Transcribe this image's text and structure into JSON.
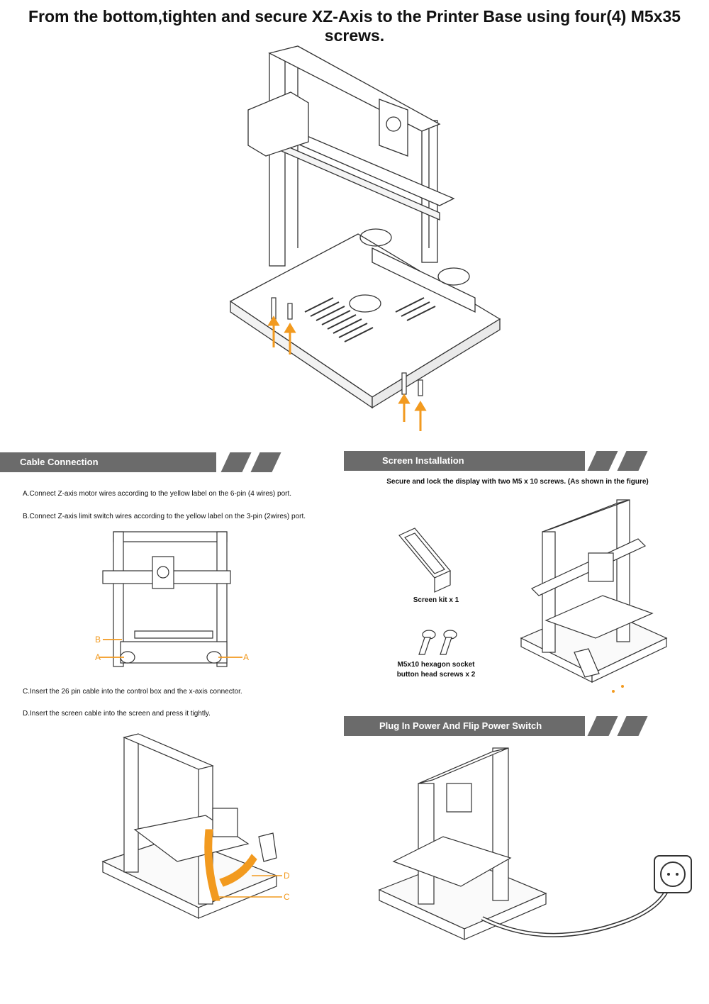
{
  "title": "From the bottom,tighten and secure XZ-Axis to the Printer Base using four(4) M5x35 screws.",
  "sections": {
    "cable": {
      "heading": "Cable Connection",
      "steps": [
        "A.Connect Z-axis motor wires according to the yellow label on the 6-pin (4 wires) port.",
        "B.Connect  Z-axis limit switch wires according to the yellow label on the 3-pin (2wires) port.",
        "C.Insert the 26 pin cable into the control box and the x-axis connector.",
        "D.Insert the screen cable into the screen and press it tightly."
      ],
      "labels": {
        "a": "A",
        "b": "B",
        "c": "C",
        "d": "D"
      }
    },
    "screen": {
      "heading": "Screen Installation",
      "instruction": "Secure and lock the display with two M5 x 10 screws. (As shown in the figure)",
      "kit_caption": "Screen kit  x 1",
      "screw_caption_line1": "M5x10 hexagon socket",
      "screw_caption_line2": "button head screws x 2"
    },
    "power": {
      "heading": "Plug In Power And Flip Power Switch"
    }
  },
  "colors": {
    "accent": "#f29a1f",
    "band": "#6b6b6b",
    "line": "#333333"
  }
}
